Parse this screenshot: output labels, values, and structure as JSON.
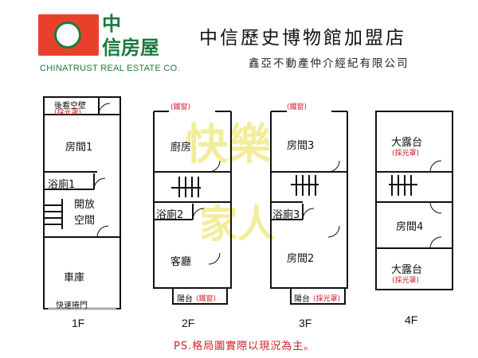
{
  "header": {
    "logo_cn_line1": "中",
    "logo_cn_line2": "信房屋",
    "logo_en": "CHINATRUST REAL ESTATE CO.",
    "store_name": "中信歷史博物館加盟店",
    "company": "鑫亞不動產仲介經紀有限公司"
  },
  "floors": {
    "f1": {
      "label": "1F",
      "top_room": "後看空壁",
      "top_room_note": "(採光罩)",
      "room1": "房間1",
      "bath1": "浴廁1",
      "open_space_line1": "開放",
      "open_space_line2": "空間",
      "garage": "車庫",
      "rolling_door": "快速捲門"
    },
    "f2": {
      "label": "2F",
      "window_top": "(鐵窗)",
      "kitchen": "廚房",
      "bath2": "浴廁2",
      "living": "客廳",
      "balcony": "陽台",
      "balcony_note": "(鐵窗)"
    },
    "f3": {
      "label": "3F",
      "window_top": "(鐵窗)",
      "room3": "房間3",
      "bath3": "浴廁3",
      "room2": "房間2",
      "balcony": "陽台",
      "balcony_note": "(採光罩)"
    },
    "f4": {
      "label": "4F",
      "terrace_top": "大露台",
      "terrace_top_note": "(採光罩)",
      "room4": "房間4",
      "terrace_bottom": "大露台",
      "terrace_bottom_note": "(採光罩)"
    }
  },
  "note": "PS.格局圖實際以現況為主。",
  "colors": {
    "brand_red": "#e8412b",
    "brand_green": "#1b7a3c",
    "note_red": "#d21f2a",
    "watermark": "#e9e04a"
  }
}
